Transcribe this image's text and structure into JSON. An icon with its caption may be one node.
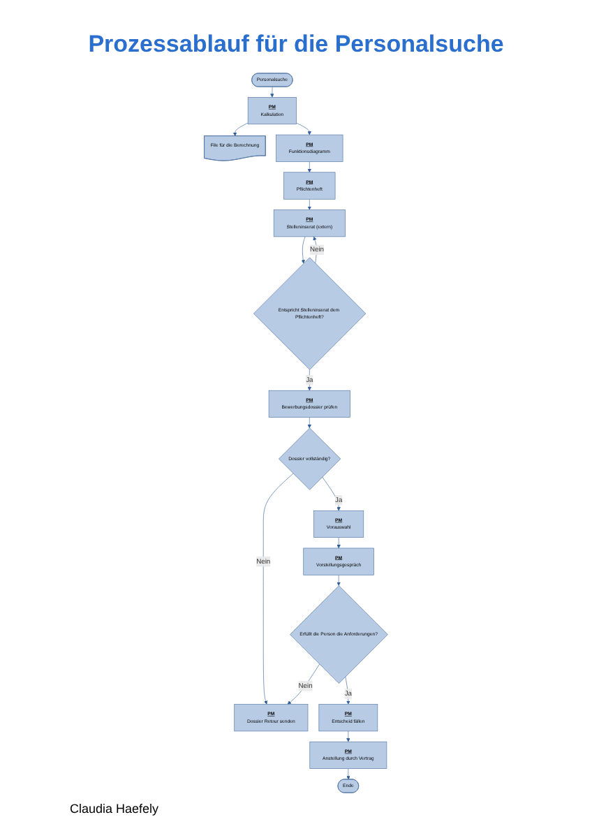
{
  "diagram": {
    "title": "Prozessablauf für die Personalsuche",
    "nodes": [
      {
        "text": [
          "Personalsuche"
        ]
      },
      {
        "text": [
          "PM",
          "Kalkulation"
        ]
      },
      {
        "text": [
          "File für die Berechnung"
        ]
      },
      {
        "text": [
          "PM",
          "Funktionsdiagramm"
        ]
      },
      {
        "text": [
          "PM",
          "Pflichtenheft"
        ]
      },
      {
        "text": [
          "PM",
          "Stelleninserat (extern)"
        ]
      },
      {
        "text": [
          "Entspricht Stelleninserat dem Pflichtenheft?"
        ]
      },
      {
        "text": [
          "PM",
          "Bewerbungsdossier prüfen"
        ]
      },
      {
        "text": [
          "Dossier vollständig?"
        ]
      },
      {
        "text": [
          "PM",
          "Dossier Retour senden"
        ]
      },
      {
        "text": [
          "PM",
          "Vorauswahl"
        ]
      },
      {
        "text": [
          "PM",
          "Vorstellungsgespräch"
        ]
      },
      {
        "text": [
          "Erfüllt die Person die Anforderungen?"
        ]
      },
      {
        "text": [
          "PM",
          "Entscheid fällen"
        ]
      },
      {
        "text": [
          "PM",
          "Anstellung durch Vertrag"
        ]
      },
      {
        "text": [
          "Ende"
        ]
      }
    ],
    "edges": [
      {
        "from": 0,
        "to": 1,
        "arrow": "to"
      },
      {
        "from": 1,
        "to": 2,
        "arrow": "to"
      },
      {
        "from": 1,
        "to": 3,
        "arrow": "to"
      },
      {
        "from": 3,
        "to": 4,
        "arrow": "to"
      },
      {
        "from": 4,
        "to": 5,
        "arrow": "to"
      },
      {
        "from": 5,
        "to": 6,
        "arrow": "to"
      },
      {
        "from": 6,
        "to": 5,
        "label": "Nein",
        "arrow": "to"
      },
      {
        "from": 6,
        "to": 7,
        "label": "Ja",
        "arrow": "to"
      },
      {
        "from": 7,
        "to": 8,
        "arrow": "to"
      },
      {
        "from": 8,
        "to": 9,
        "label": "Nein",
        "arrow": "to"
      },
      {
        "from": 8,
        "to": 10,
        "label": "Ja",
        "arrow": "to"
      },
      {
        "from": 10,
        "to": 11,
        "arrow": "to"
      },
      {
        "from": 11,
        "to": 12,
        "arrow": "to"
      },
      {
        "from": 12,
        "to": 13,
        "label": "Ja",
        "arrow": "to"
      },
      {
        "from": 12,
        "to": 9,
        "label": "Nein",
        "arrow": "to"
      },
      {
        "from": 13,
        "to": 14,
        "arrow": "to"
      },
      {
        "from": 14,
        "to": 15,
        "arrow": "to"
      }
    ],
    "labels": [
      "Claudia Haefely"
    ]
  }
}
